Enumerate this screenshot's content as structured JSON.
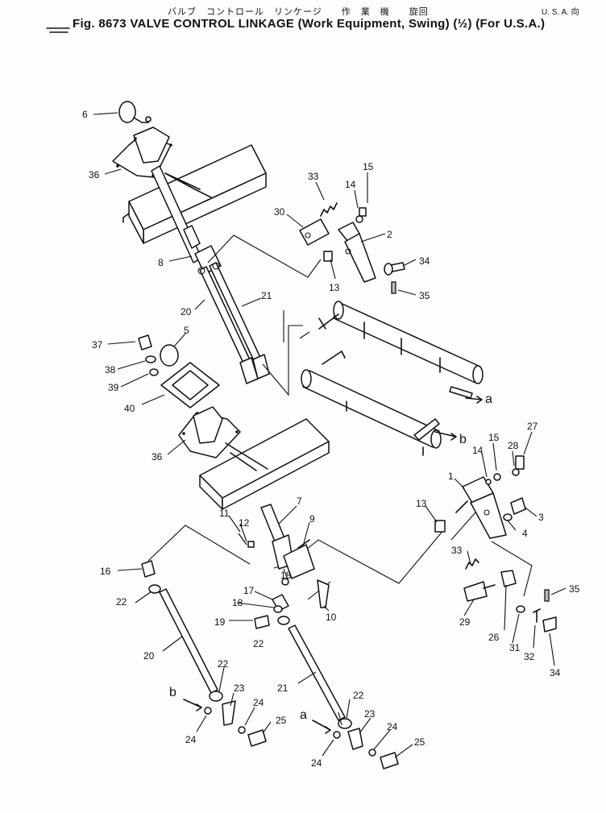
{
  "header": {
    "japanese_title": "バルブ　コントロール　リンケージ　　作　業　機　　旋回",
    "usa_japanese": "U. S. A. 向",
    "figure_title": "Fig. 8673   VALVE CONTROL LINKAGE (Work Equipment, Swing) (½) (For U.S.A.)"
  },
  "callouts": [
    {
      "id": "c6",
      "text": "6"
    },
    {
      "id": "c36a",
      "text": "36"
    },
    {
      "id": "c33a",
      "text": "33"
    },
    {
      "id": "c15a",
      "text": "15"
    },
    {
      "id": "c14a",
      "text": "14"
    },
    {
      "id": "c30",
      "text": "30"
    },
    {
      "id": "c2",
      "text": "2"
    },
    {
      "id": "c8",
      "text": "8"
    },
    {
      "id": "c34a",
      "text": "34"
    },
    {
      "id": "c13a",
      "text": "13"
    },
    {
      "id": "c35a",
      "text": "35"
    },
    {
      "id": "c21a",
      "text": "21"
    },
    {
      "id": "c20a",
      "text": "20"
    },
    {
      "id": "c5",
      "text": "5"
    },
    {
      "id": "c37",
      "text": "37"
    },
    {
      "id": "c38",
      "text": "38"
    },
    {
      "id": "c39",
      "text": "39"
    },
    {
      "id": "c40",
      "text": "40"
    },
    {
      "id": "c36b",
      "text": "36"
    },
    {
      "id": "c27",
      "text": "27"
    },
    {
      "id": "c15b",
      "text": "15"
    },
    {
      "id": "c28",
      "text": "28"
    },
    {
      "id": "c14b",
      "text": "14"
    },
    {
      "id": "c1",
      "text": "1"
    },
    {
      "id": "c3",
      "text": "3"
    },
    {
      "id": "c4",
      "text": "4"
    },
    {
      "id": "c13b",
      "text": "13"
    },
    {
      "id": "c11",
      "text": "11"
    },
    {
      "id": "c12",
      "text": "12"
    },
    {
      "id": "c7",
      "text": "7"
    },
    {
      "id": "c9",
      "text": "9"
    },
    {
      "id": "c16",
      "text": "16"
    },
    {
      "id": "c18a",
      "text": "18"
    },
    {
      "id": "c17",
      "text": "17"
    },
    {
      "id": "c33b",
      "text": "33"
    },
    {
      "id": "c22a",
      "text": "22"
    },
    {
      "id": "c18b",
      "text": "18"
    },
    {
      "id": "c10",
      "text": "10"
    },
    {
      "id": "c19",
      "text": "19"
    },
    {
      "id": "c35b",
      "text": "35"
    },
    {
      "id": "c22b",
      "text": "22"
    },
    {
      "id": "c29",
      "text": "29"
    },
    {
      "id": "c26",
      "text": "26"
    },
    {
      "id": "c31",
      "text": "31"
    },
    {
      "id": "c32",
      "text": "32"
    },
    {
      "id": "c34b",
      "text": "34"
    },
    {
      "id": "c20b",
      "text": "20"
    },
    {
      "id": "c21b",
      "text": "21"
    },
    {
      "id": "c22c",
      "text": "22"
    },
    {
      "id": "c23a",
      "text": "23"
    },
    {
      "id": "c24a",
      "text": "24"
    },
    {
      "id": "c24b",
      "text": "24"
    },
    {
      "id": "c25a",
      "text": "25"
    },
    {
      "id": "c22d",
      "text": "22"
    },
    {
      "id": "c23b",
      "text": "23"
    },
    {
      "id": "c24c",
      "text": "24"
    },
    {
      "id": "c24d",
      "text": "24"
    },
    {
      "id": "c25b",
      "text": "25"
    }
  ],
  "reference_marks": [
    {
      "id": "ma1",
      "text": "a"
    },
    {
      "id": "mb1",
      "text": "b"
    },
    {
      "id": "mb2",
      "text": "b"
    },
    {
      "id": "ma2",
      "text": "a"
    }
  ]
}
